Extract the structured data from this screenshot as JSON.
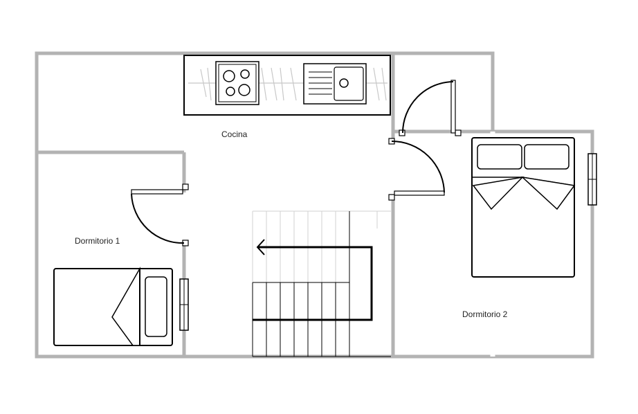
{
  "rooms": {
    "kitchen": "Cocina",
    "bedroom1": "Dormitorio 1",
    "bedroom2": "Dormitorio 2"
  },
  "colors": {
    "wall": "#b3b3b3",
    "line": "#000000",
    "background": "#ffffff"
  }
}
